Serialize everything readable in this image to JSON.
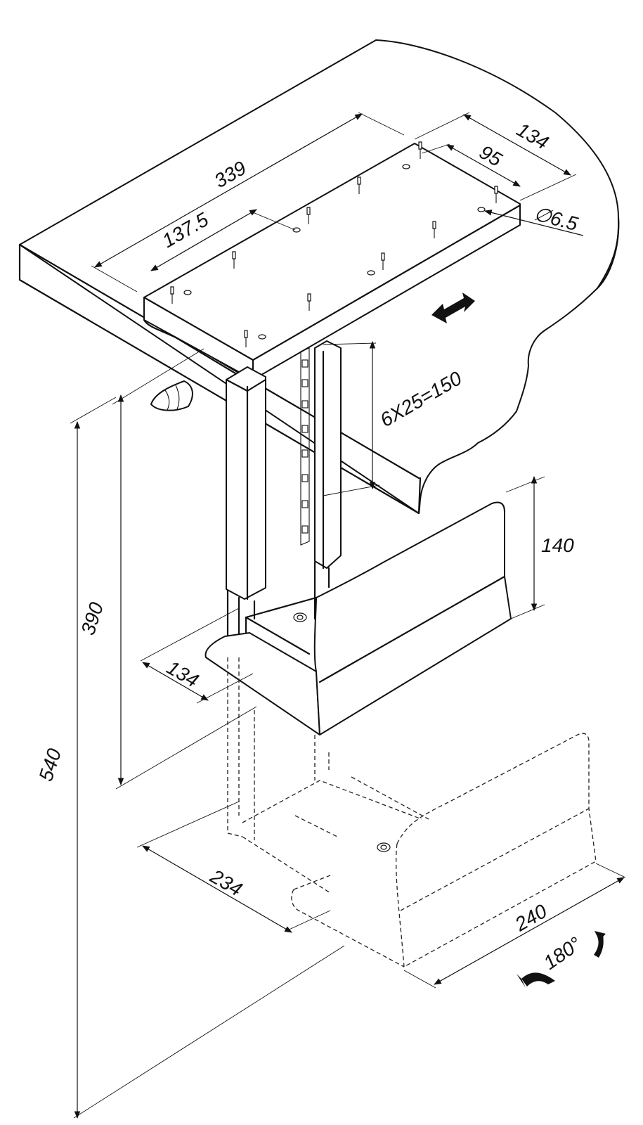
{
  "dimensions": {
    "desk_length": "339",
    "plate_offset": "137.5",
    "plate_width": "134",
    "hole_spacing": "95",
    "hole_diameter": "∅6.5",
    "adjust_steps": "6X25=150",
    "holder_height": "140",
    "min_height": "390",
    "max_height": "540",
    "holder_depth": "134",
    "width_range": "234",
    "holder_length": "240",
    "rotation": "180°"
  },
  "colors": {
    "line": "#111111",
    "background": "#ffffff"
  }
}
